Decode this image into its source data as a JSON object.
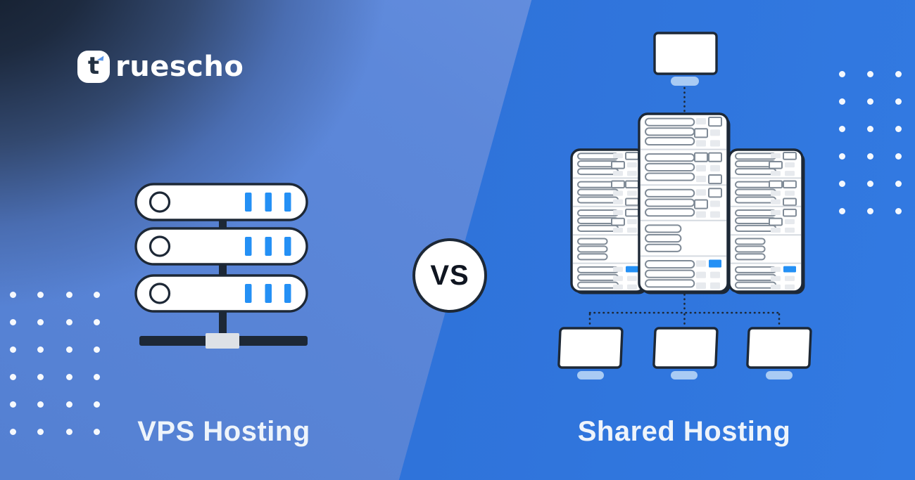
{
  "brand": {
    "badge_letter": "t",
    "wordmark": "ruescho",
    "name": "truescho"
  },
  "comparison": {
    "vs_label": "VS",
    "left_label": "VPS Hosting",
    "right_label": "Shared Hosting"
  },
  "icons": {
    "left_illustration": "vps-server-stack-icon",
    "right_illustration": "shared-hosting-network-icon",
    "logo_accent": "blue-corner-flag-icon"
  },
  "colors": {
    "bg_left": "#5d88da",
    "bg_left_corner": "#15202f",
    "bg_right": "#2f73da",
    "outline": "#1d2836",
    "accent_blue": "#2490f5",
    "light_blue": "#a9cbf4",
    "rack_gray_outline": "#808b97",
    "rack_gray_fill": "#e7eaee",
    "separator": "#d5dae0",
    "base_plate": "#dde1e6",
    "label_text": "#eef4fb",
    "vs_text": "#0f1520"
  }
}
